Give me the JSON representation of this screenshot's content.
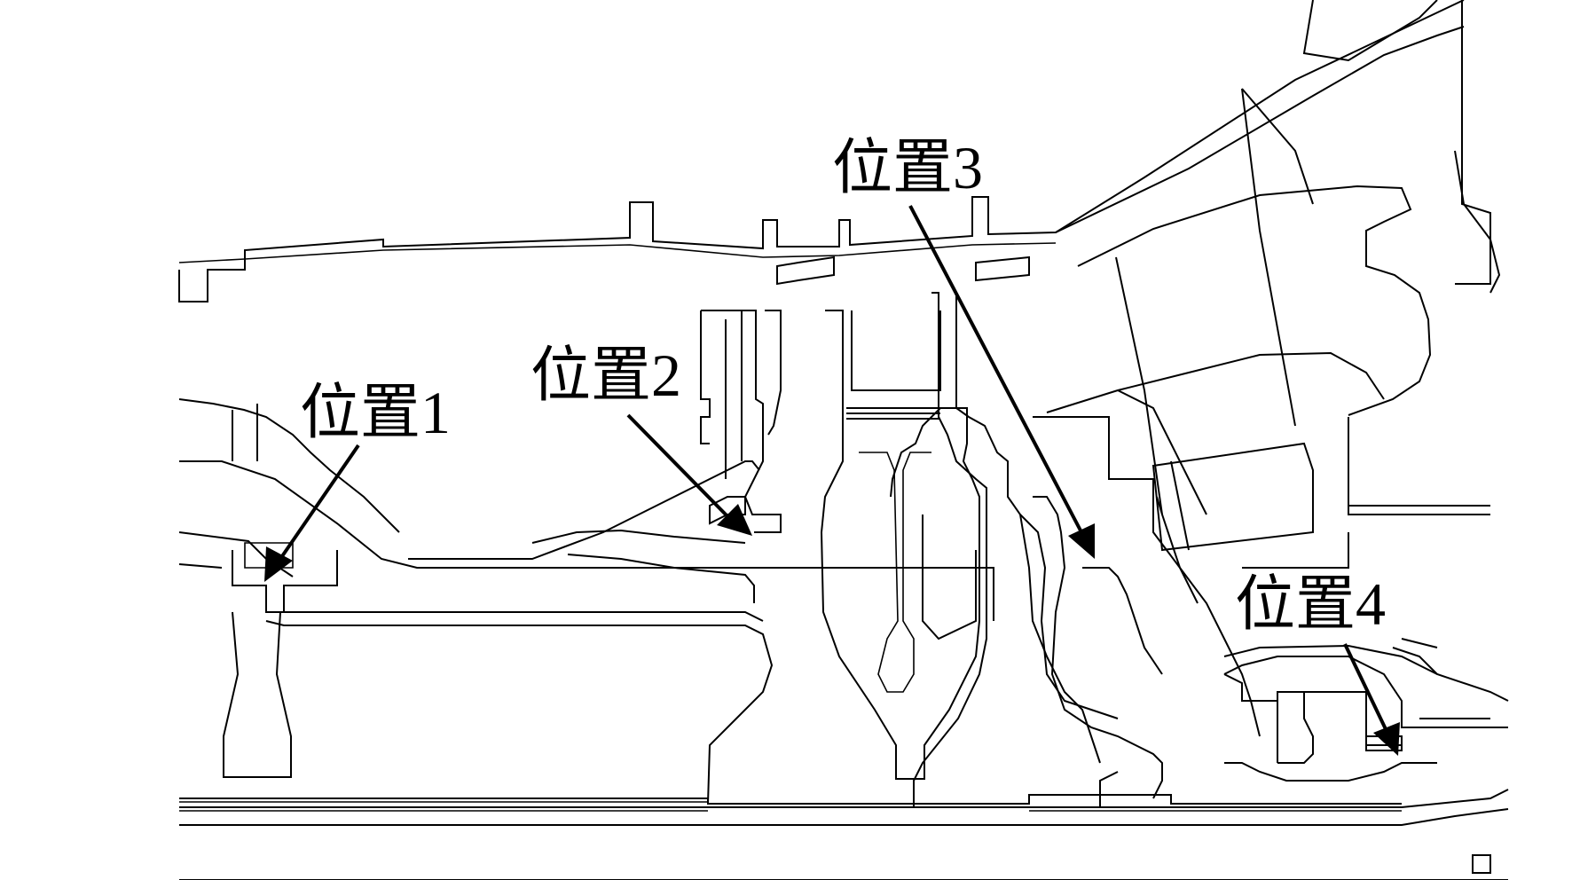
{
  "labels": {
    "position_1": "位置1",
    "position_2": "位置2",
    "position_3": "位置3",
    "position_4": "位置4"
  },
  "colors": {
    "line": "#000000",
    "background": "#ffffff"
  }
}
